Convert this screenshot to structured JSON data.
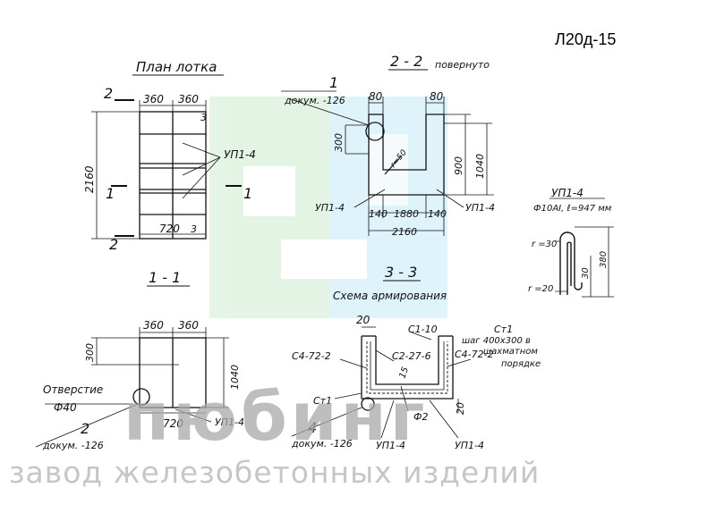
{
  "sheet": {
    "code": "Л20д-15"
  },
  "plan": {
    "title": "План лотка",
    "dim_top_left": "360",
    "dim_top_right": "360",
    "dim_height": "2160",
    "dim_bottom": "720",
    "dim_bottom_small": "3",
    "dim_right_small": "3",
    "label_up": "УП1-4",
    "section_2_top": "2",
    "section_2_bottom": "2",
    "section_1_left": "1",
    "section_1_right": "1"
  },
  "section22": {
    "title": "2 - 2",
    "note": "повернуто",
    "callout_num": "1",
    "callout_doc": "докум. -126",
    "dim_top_left": "80",
    "dim_top_right": "80",
    "dim_left_300": "300",
    "dim_right_900": "900",
    "dim_right_1040": "1040",
    "dim_bottom_140_left": "140",
    "dim_bottom_1880": "1880",
    "dim_bottom_140_right": "140",
    "dim_bottom_2160": "2160",
    "chamfer": "r=50",
    "label_left": "УП1-4",
    "label_right": "УП1-4"
  },
  "loop_detail": {
    "title": "УП1-4",
    "spec": "Ф10АI, ℓ=947 мм",
    "r30": "r =30",
    "r20": "r =20",
    "dim_30": "30",
    "dim_380": "380"
  },
  "section11": {
    "title": "1 - 1",
    "dim_top_left": "360",
    "dim_top_right": "360",
    "dim_300": "300",
    "dim_1040": "1040",
    "dim_720": "720",
    "hole_label": "Отверстие",
    "hole_diam": "Ф40",
    "callout_num": "2",
    "callout_doc": "докум. -126",
    "label_up": "УП1-4"
  },
  "section33": {
    "title": "3 - 3",
    "subtitle": "Схема армирования",
    "dim_20_top": "20",
    "dim_20_right": "20",
    "dim_15": "15",
    "c1": "С1-10",
    "c2": "С2-27-6",
    "c4_left": "С4-72-2",
    "c4_right": "С4-72-2",
    "ct1_top": "Ст1",
    "ct1_left": "Ст1",
    "step_note_1": "шаг 400х300 в",
    "step_note_2": "шахматном",
    "step_note_3": "порядке",
    "phi2": "Ф2",
    "callout_num": "4",
    "callout_doc": "докум. -126",
    "up_left": "УП1-4",
    "up_right": "УП1-4"
  },
  "watermark": {
    "brand": "пюбинг",
    "subtitle": "завод железобетонных изделий"
  }
}
